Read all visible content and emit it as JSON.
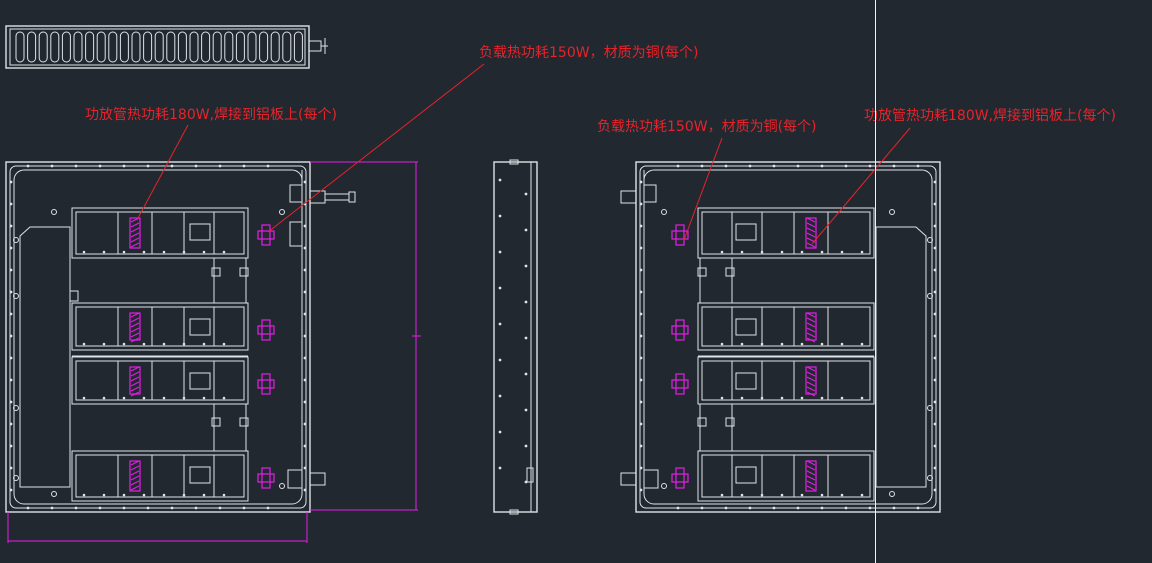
{
  "annotations": {
    "load_top": "负载热功耗150W，材质为铜(每个)",
    "amp_left": "功放管热功耗180W,焊接到铝板上(每个)",
    "load_right": "负载热功耗150W，材质为铜(每个)",
    "amp_right": "功放管热功耗180W,焊接到铝板上(每个)"
  },
  "colors": {
    "background": "#212830",
    "linework": "#dfe3e8",
    "annotation_text": "#e8232a",
    "highlight": "#e61ee6"
  },
  "cursor": {
    "style": "crosshair-vertical-line"
  }
}
